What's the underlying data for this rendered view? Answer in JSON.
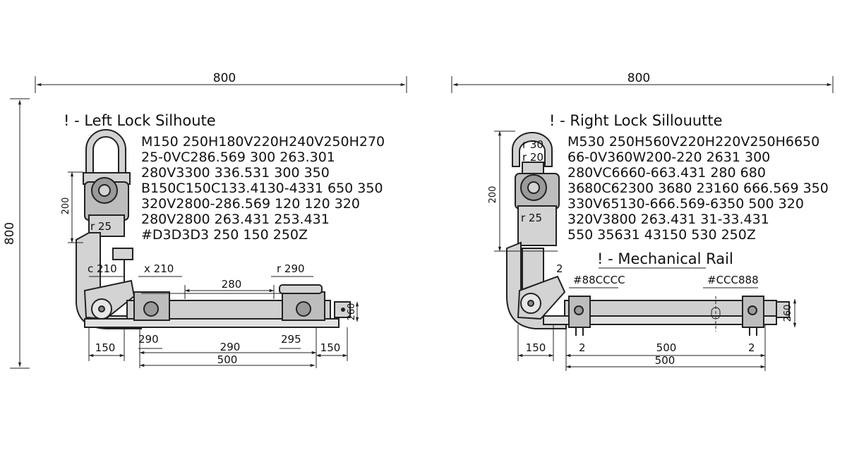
{
  "colors": {
    "part_fill": "#D3D3D3",
    "dark_fill": "#8A8A8A",
    "stroke": "#222222",
    "rail_fill": "#CFCFCF"
  },
  "overall": {
    "width_left": "800",
    "width_right": "800",
    "height": "800"
  },
  "left": {
    "title": "! - Left Lock Silhoute",
    "code_lines": [
      "M150 250H180V220H240V250H270",
      "25-0VC286.569 300 263.301",
      "280V3300 336.531 300 350",
      "B150C150C133.4130-4331 650 350",
      "320V2800-286.569 120 120 320",
      "280V2800 263.431 253.431",
      "#D3D3D3  250 150 250Z"
    ],
    "dims": {
      "h200": "200",
      "r25": "r 25",
      "c210": "c 210",
      "x210": "x 210",
      "d280": "280",
      "r290": "r 290",
      "d260": "260",
      "d290a": "290",
      "d290b": "290",
      "d295": "295",
      "d150a": "150",
      "d150b": "150",
      "d500": "500"
    }
  },
  "right": {
    "title": "! - Right Lock Sillouutte",
    "code_lines": [
      "M530 250H560V220H220V250H6650",
      "66-0V360W200-220 2631 300",
      "280VC6660-663.431  280 680",
      "3680C62300 3680 23160 666.569 350",
      "330V65130-666.569-6350 500 320",
      "320V3800 263.431  31-33.431",
      "550 35631 43150 530 250Z"
    ],
    "rail_title": "! - Mechanical Rail",
    "dims": {
      "r30": "r 30",
      "r20": "r 20",
      "h200": "200",
      "r25": "r 25",
      "v2": "2",
      "c88": "#88CCCC",
      "c888": "#CCC888",
      "d260": "260",
      "d150": "150",
      "d2a": "2",
      "d500a": "500",
      "d2b": "2",
      "d500b": "500"
    }
  }
}
